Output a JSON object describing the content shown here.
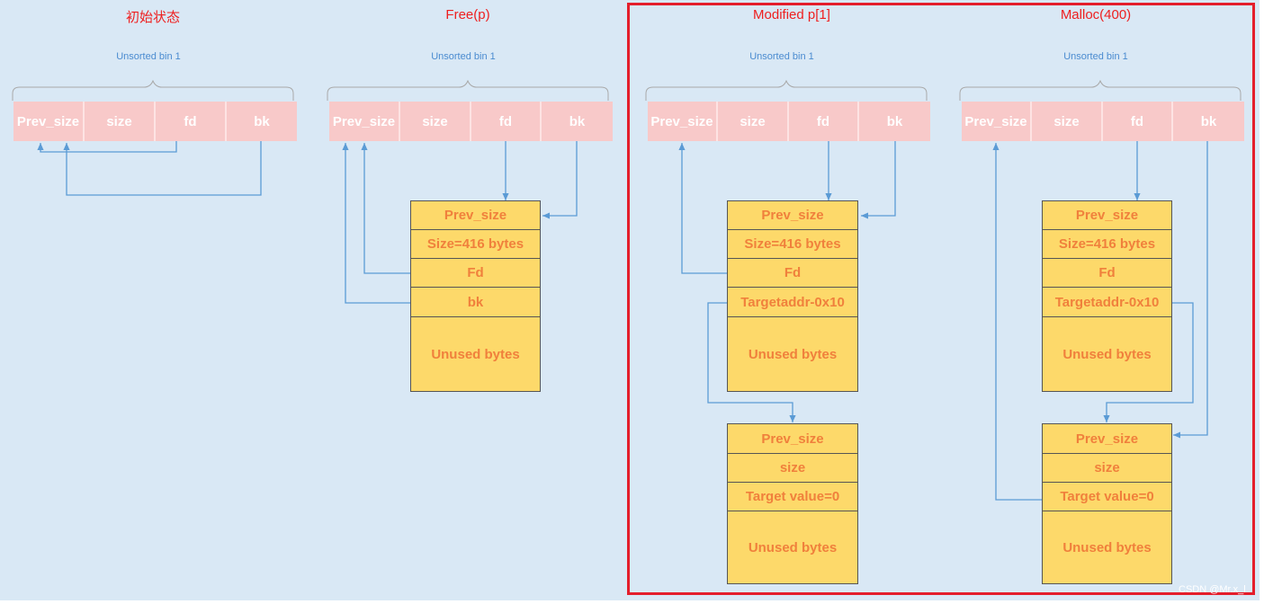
{
  "panels": [
    {
      "title": "初始状态",
      "bin_label": "Unsorted bin 1",
      "bin_cells": [
        "Prev_size",
        "size",
        "fd",
        "bk"
      ]
    },
    {
      "title": "Free(p)",
      "bin_label": "Unsorted bin 1",
      "bin_cells": [
        "Prev_size",
        "size",
        "fd",
        "bk"
      ]
    },
    {
      "title": "Modified p[1]",
      "bin_label": "Unsorted bin 1",
      "bin_cells": [
        "Prev_size",
        "size",
        "fd",
        "bk"
      ]
    },
    {
      "title": "Malloc(400)",
      "bin_label": "Unsorted bin 1",
      "bin_cells": [
        "Prev_size",
        "size",
        "fd",
        "bk"
      ]
    }
  ],
  "chunk_free": [
    "Prev_size",
    "Size=416 bytes",
    "Fd",
    "bk",
    "Unused bytes"
  ],
  "chunk_modified": [
    "Prev_size",
    "Size=416 bytes",
    "Fd",
    "Targetaddr-0x10",
    "Unused bytes"
  ],
  "chunk_modified_target": [
    "Prev_size",
    "size",
    "Target value=0",
    "Unused bytes"
  ],
  "chunk_malloc": [
    "Prev_size",
    "Size=416 bytes",
    "Fd",
    "Targetaddr-0x10",
    "Unused bytes"
  ],
  "chunk_malloc_target": [
    "Prev_size",
    "size",
    "Target value=0",
    "Unused bytes"
  ],
  "watermark": "CSDN @Mr.x_l",
  "colors": {
    "background": "#d9e8f5",
    "title": "#ee1f1f",
    "bin_label": "#4a8bd0",
    "bin_cell": "#f8c9c9",
    "chunk_fill": "#fdd96a",
    "chunk_text": "#f0803c",
    "arrow": "#5b9bd5",
    "highlight_border": "#e41e2b"
  }
}
